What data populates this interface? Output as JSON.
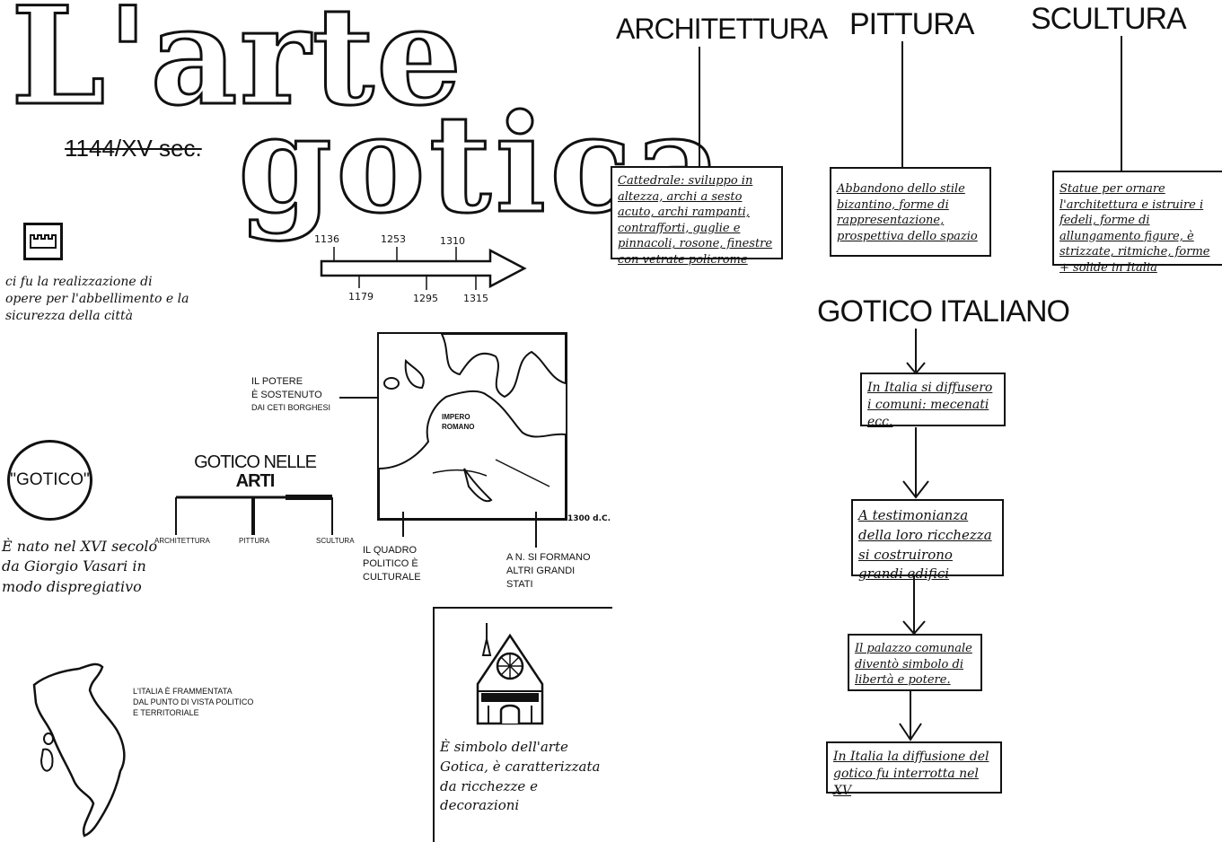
{
  "title": {
    "line1": "L'arte",
    "line2": "gotica"
  },
  "dates": "1144/XV sec.",
  "note_city": "ci fu la realizzazione di opere per l'abbellimento e la sicurezza della città",
  "timeline": {
    "top_labels": [
      "1136",
      "1253",
      "1310"
    ],
    "bottom_labels": [
      "1179",
      "1295",
      "1315"
    ]
  },
  "map": {
    "label_impero": "IMPERO ROMANO",
    "year": "1300 d.C.",
    "left_note": [
      "IL POTERE",
      "È SOSTENUTO",
      "DAI CETI BORGHESI"
    ],
    "bottom_left_note": [
      "IL QUADRO",
      "POLITICO È",
      "CULTURALE"
    ],
    "bottom_right_note": [
      "A N. SI FORMANO",
      "ALTRI GRANDI",
      "STATI"
    ]
  },
  "gotico_badge": "\"GOTICO\"",
  "gotico_note": "È nato nel XVI secolo da Giorgio Vasari in modo dispregiativo",
  "arts_tree": {
    "title": [
      "GOTICO NELLE",
      "ARTI"
    ],
    "branches": [
      "ARCHITETTURA",
      "PITTURA",
      "SCULTURA"
    ]
  },
  "italy_note": [
    "L'ITALIA È FRAMMENTATA",
    "DAL PUNTO DI VISTA POLITICO",
    "E TERRITORIALE"
  ],
  "church_note": "È simbolo dell'arte Gotica, è caratterizzata da ricchezze e decorazioni",
  "columns": [
    {
      "heading": "ARCHITETTURA",
      "text": "Cattedrale: sviluppo in altezza, archi a sesto acuto, archi rampanti, contrafforti, guglie e pinnacoli, rosone, finestre con vetrate policrome"
    },
    {
      "heading": "PITTURA",
      "text": "Abbandono dello stile bizantino, forme di rappresentazione, prospettiva dello spazio"
    },
    {
      "heading": "SCULTURA",
      "text": "Statue per ornare l'architettura e istruire i fedeli, forme di allungamento figure, è strizzate, ritmiche, forme + solide in Italia"
    }
  ],
  "gotico_italiano": {
    "heading": "GOTICO ITALIANO",
    "steps": [
      "In Italia si diffusero i comuni: mecenati ecc.",
      "A testimonianza della loro ricchezza si costruirono grandi edifici",
      "Il palazzo comunale diventò simbolo di libertà e potere.",
      "In Italia la diffusione del gotico fu interrotta nel XV"
    ]
  }
}
